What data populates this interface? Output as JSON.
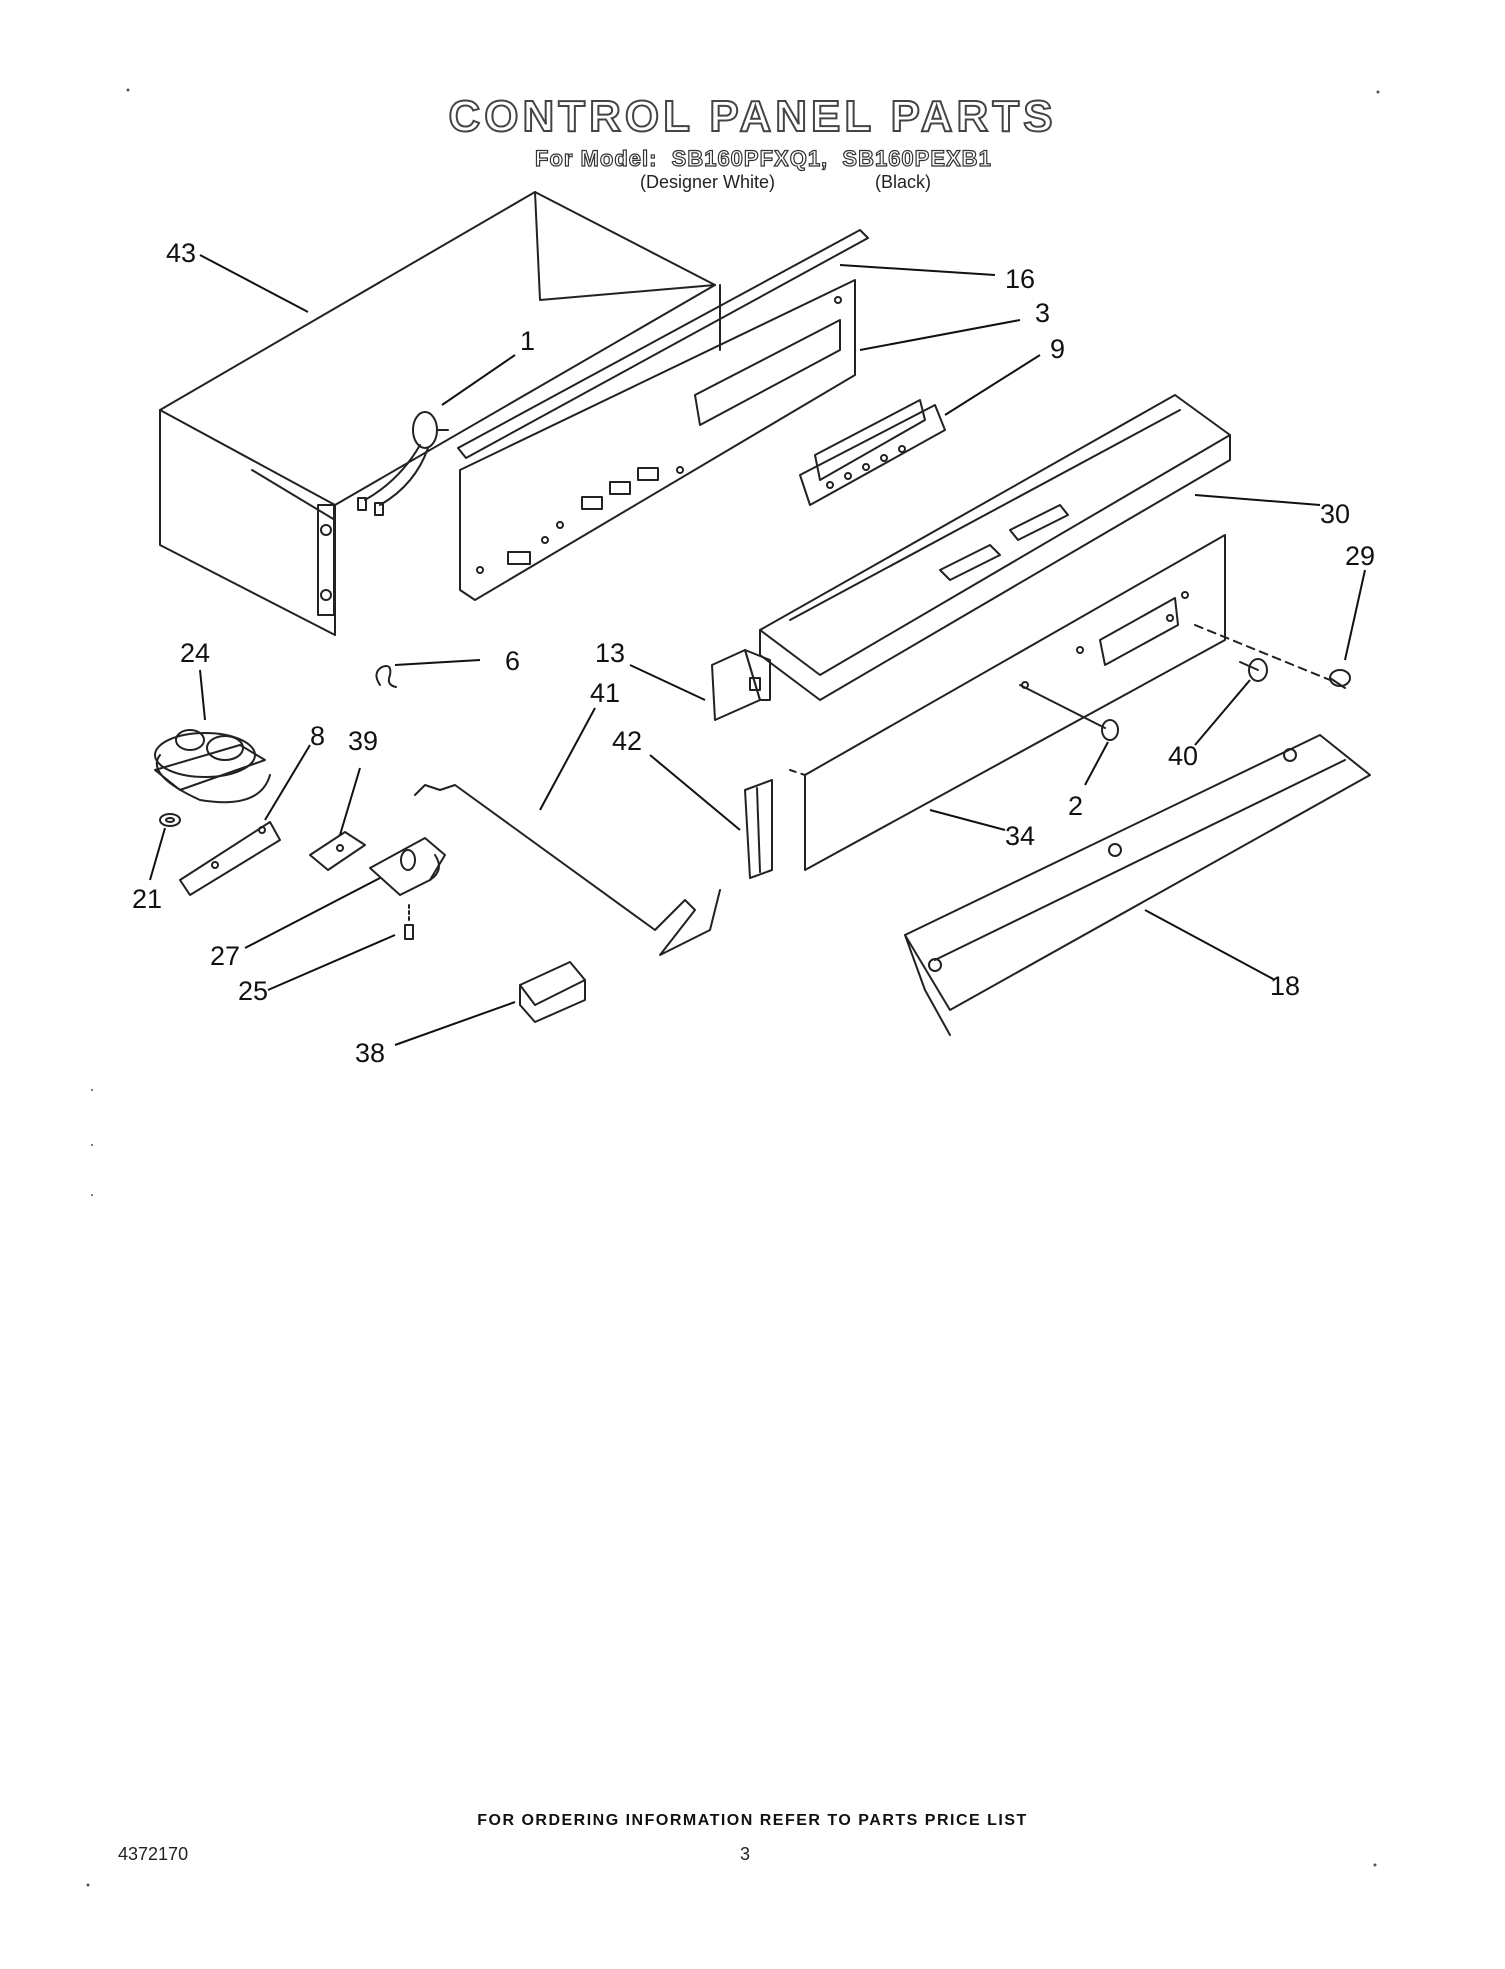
{
  "header": {
    "title": "CONTROL PANEL PARTS",
    "model_line": "For Model:  SB160PFXQ1,  SB160PEXB1",
    "variants": [
      "(Designer White)",
      "(Black)"
    ]
  },
  "callouts": [
    {
      "id": "43",
      "label": "43"
    },
    {
      "id": "16",
      "label": "16"
    },
    {
      "id": "3",
      "label": "3"
    },
    {
      "id": "9",
      "label": "9"
    },
    {
      "id": "1",
      "label": "1"
    },
    {
      "id": "30",
      "label": "30"
    },
    {
      "id": "29",
      "label": "29"
    },
    {
      "id": "24",
      "label": "24"
    },
    {
      "id": "6",
      "label": "6"
    },
    {
      "id": "13",
      "label": "13"
    },
    {
      "id": "41",
      "label": "41"
    },
    {
      "id": "8",
      "label": "8"
    },
    {
      "id": "39",
      "label": "39"
    },
    {
      "id": "42",
      "label": "42"
    },
    {
      "id": "40",
      "label": "40"
    },
    {
      "id": "2",
      "label": "2"
    },
    {
      "id": "34",
      "label": "34"
    },
    {
      "id": "21",
      "label": "21"
    },
    {
      "id": "27",
      "label": "27"
    },
    {
      "id": "25",
      "label": "25"
    },
    {
      "id": "38",
      "label": "38"
    },
    {
      "id": "18",
      "label": "18"
    }
  ],
  "footer": {
    "ordering_note": "FOR ORDERING INFORMATION REFER TO PARTS PRICE LIST",
    "document_number": "4372170",
    "page_number": "3"
  }
}
